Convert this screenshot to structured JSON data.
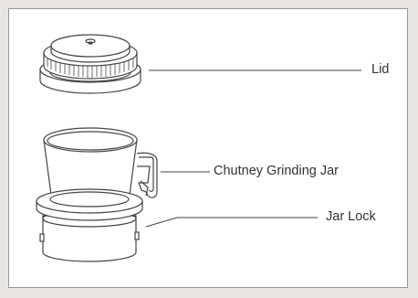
{
  "labels": {
    "lid": "Lid",
    "jar": "Chutney Grinding Jar",
    "lock": "Jar Lock"
  },
  "colors": {
    "background": "#e9e4df",
    "panel": "#ffffff",
    "stroke": "#444444",
    "label_text": "#333333"
  }
}
